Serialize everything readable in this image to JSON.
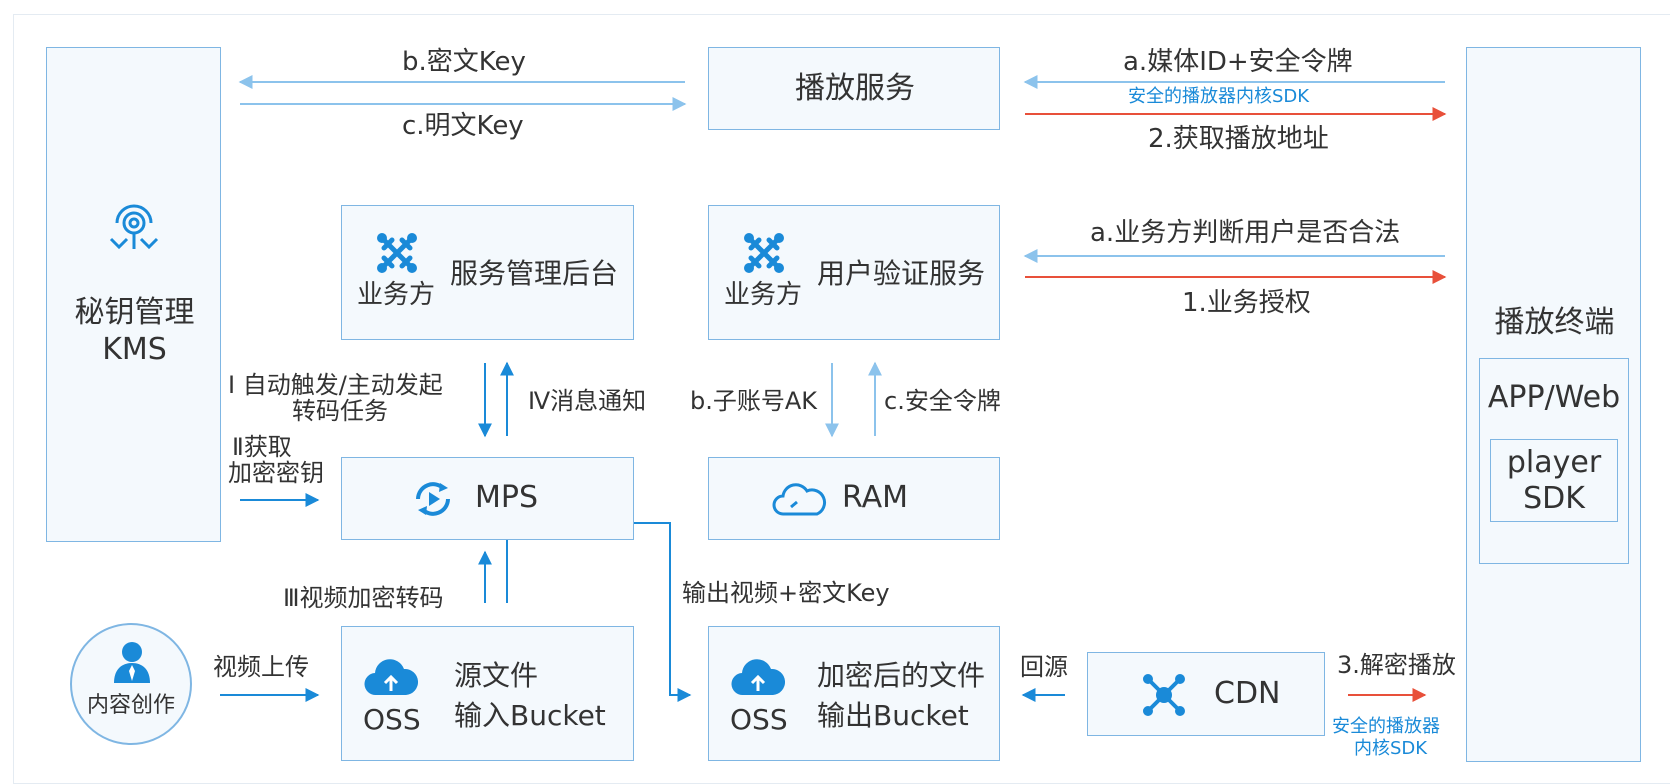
{
  "nodes": {
    "kms": {
      "line1": "秘钥管理",
      "line2": "KMS"
    },
    "play_service": {
      "label": "播放服务"
    },
    "service_admin": {
      "owner": "业务方",
      "label": "服务管理后台"
    },
    "user_auth": {
      "owner": "业务方",
      "label": "用户验证服务"
    },
    "mps": {
      "label": "MPS"
    },
    "ram": {
      "label": "RAM"
    },
    "content_creation": {
      "label": "内容创作"
    },
    "oss_source": {
      "brand": "OSS",
      "line1": "源文件",
      "line2": "输入Bucket"
    },
    "oss_output": {
      "brand": "OSS",
      "line1": "加密后的文件",
      "line2": "输出Bucket"
    },
    "cdn": {
      "label": "CDN"
    },
    "terminal": {
      "title": "播放终端",
      "app": "APP/Web",
      "sdk_line1": "player",
      "sdk_line2": "SDK"
    }
  },
  "edges": {
    "b_cipher_key": "b.密文Key",
    "c_plain_key": "c.明文Key",
    "a_media_id": "a.媒体ID+安全令牌",
    "secure_sdk_top": "安全的播放器内核SDK",
    "get_play_url": "2.获取播放地址",
    "a_user_check": "a.业务方判断用户是否合法",
    "biz_auth": "1.业务授权",
    "auto_trigger_1": "Ⅰ 自动触发/主动发起",
    "auto_trigger_2": "转码任务",
    "msg_notify": "Ⅳ消息通知",
    "sub_account_ak": "b.子账号AK",
    "security_token": "c.安全令牌",
    "get_key_1": "Ⅱ获取",
    "get_key_2": "加密密钥",
    "video_encrypt": "Ⅲ视频加密转码",
    "output_video": "输出视频+密文Key",
    "video_upload": "视频上传",
    "origin": "回源",
    "decrypt_play": "3.解密播放",
    "secure_sdk_bottom_1": "安全的播放器",
    "secure_sdk_bottom_2": "内核SDK"
  },
  "colors": {
    "blue": "#1a8ad8",
    "light_blue_arrow": "#8cc3ec",
    "red": "#e8503a",
    "box_border": "#7fb6e3",
    "box_fill": "#f4f9fd"
  },
  "icons": [
    "key-lock-icon",
    "joomla-icon",
    "refresh-play-icon",
    "cloud-icon",
    "oss-cloud-icon",
    "user-icon",
    "network-hub-icon"
  ]
}
